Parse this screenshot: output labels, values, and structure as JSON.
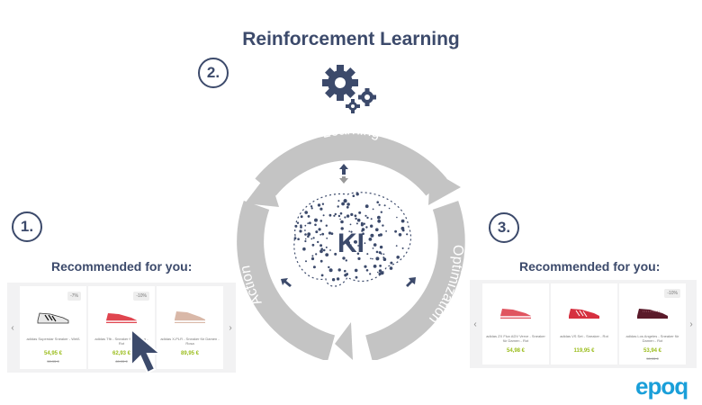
{
  "title": "Reinforcement Learning",
  "steps": [
    "1.",
    "2.",
    "3."
  ],
  "cycle": {
    "learning": "Learning",
    "action": "Action",
    "optimization": "Optimization",
    "center": "KI"
  },
  "left_panel": {
    "heading": "Recommended for you:",
    "products": [
      {
        "name": "adidas Superstar Sneaker - Weiß",
        "price": "54,95 €",
        "old_price": "59,95 €",
        "badge": "-7%",
        "color": "#e8e8e8"
      },
      {
        "name": "adidas Tfb - Sneaker für Damen - Rot",
        "price": "62,93 €",
        "old_price": "69,95 €",
        "badge": "-10%",
        "color": "#e0454f"
      },
      {
        "name": "adidas X-PLR - Sneaker für Damen - Rosa",
        "price": "89,95 €",
        "old_price": "",
        "badge": "",
        "color": "#d9b8a8"
      }
    ]
  },
  "right_panel": {
    "heading": "Recommended for you:",
    "products": [
      {
        "name": "adidas ZX Flux ADV Verve - Sneaker für Damen - Rot",
        "price": "54,98 €",
        "old_price": "",
        "badge": "",
        "color": "#e05560"
      },
      {
        "name": "adidas VS Set - Sneaker - Rot",
        "price": "119,95 €",
        "old_price": "",
        "badge": "",
        "color": "#d63040"
      },
      {
        "name": "adidas Los Angeles - Sneaker für Damen - Rot",
        "price": "53,94 €",
        "old_price": "59,95 €",
        "badge": "-10%",
        "color": "#5a1a2a"
      }
    ]
  },
  "logo": "epoq",
  "colors": {
    "navy": "#3c4a6b",
    "ring": "#c4c4c4",
    "price": "#9bbd1d",
    "logo": "#1a9fd9"
  }
}
